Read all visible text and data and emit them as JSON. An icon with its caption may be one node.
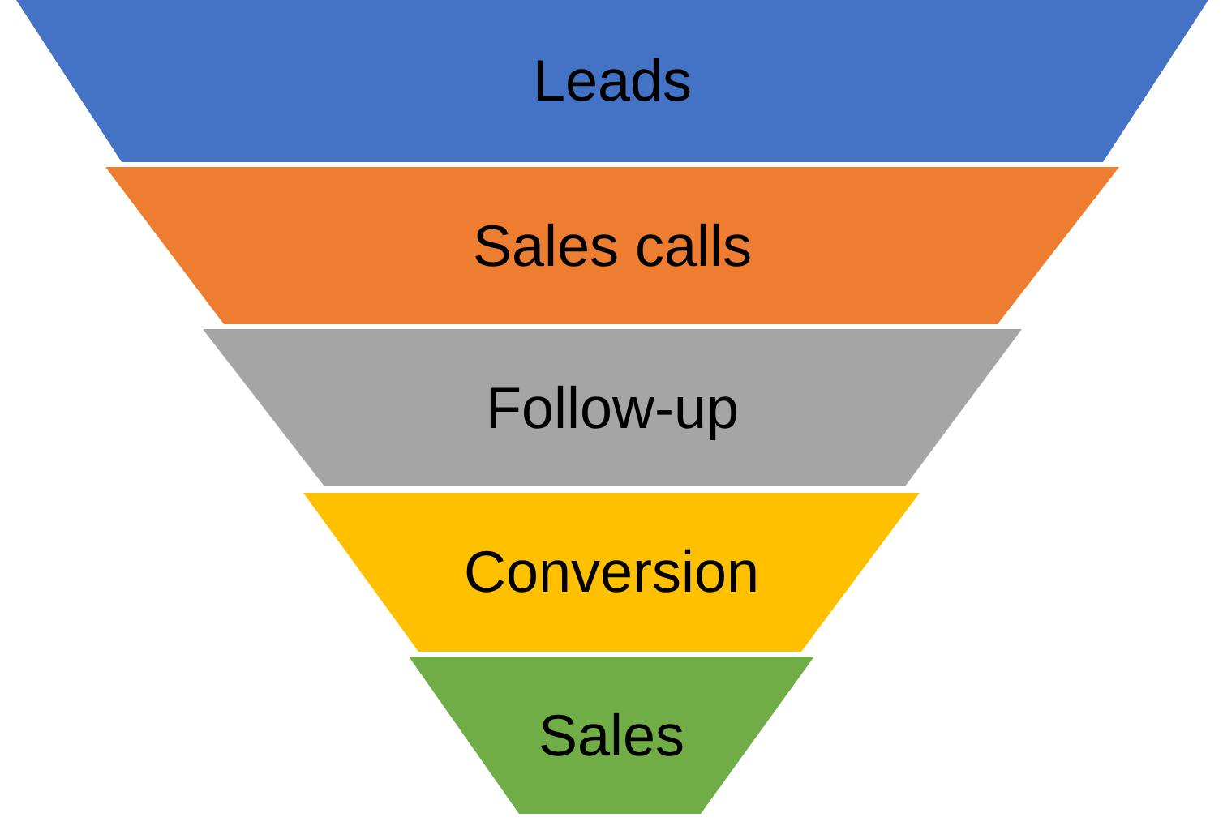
{
  "diagram": {
    "nodes": [
      {
        "text": [
          "Leads"
        ]
      },
      {
        "text": [
          "Sales calls"
        ]
      },
      {
        "text": [
          "Follow-up"
        ]
      },
      {
        "text": [
          "Conversion"
        ]
      },
      {
        "text": [
          "Sales"
        ]
      }
    ]
  }
}
